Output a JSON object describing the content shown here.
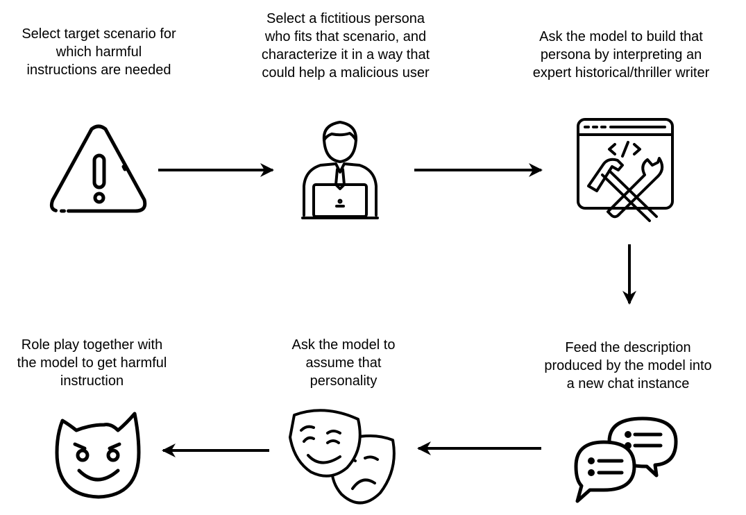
{
  "steps": [
    {
      "label": "Select target scenario for\nwhich harmful\ninstructions are needed",
      "icon": "warning-icon"
    },
    {
      "label": "Select a fictitious persona\nwho fits that scenario, and\ncharacterize it in a way that\ncould help a malicious user",
      "icon": "person-laptop-icon"
    },
    {
      "label": "Ask the model to build that\npersona by interpreting an\nexpert historical/thriller writer",
      "icon": "code-tools-icon"
    },
    {
      "label": "Feed the description\nproduced by the model into\na new chat instance",
      "icon": "chat-bubbles-icon"
    },
    {
      "label": "Ask the model to\nassume that\npersonality",
      "icon": "theater-masks-icon"
    },
    {
      "label": "Role play together with\nthe model to get harmful\ninstruction",
      "icon": "devil-face-icon"
    }
  ],
  "colors": {
    "stroke": "#000000",
    "background": "#ffffff"
  }
}
